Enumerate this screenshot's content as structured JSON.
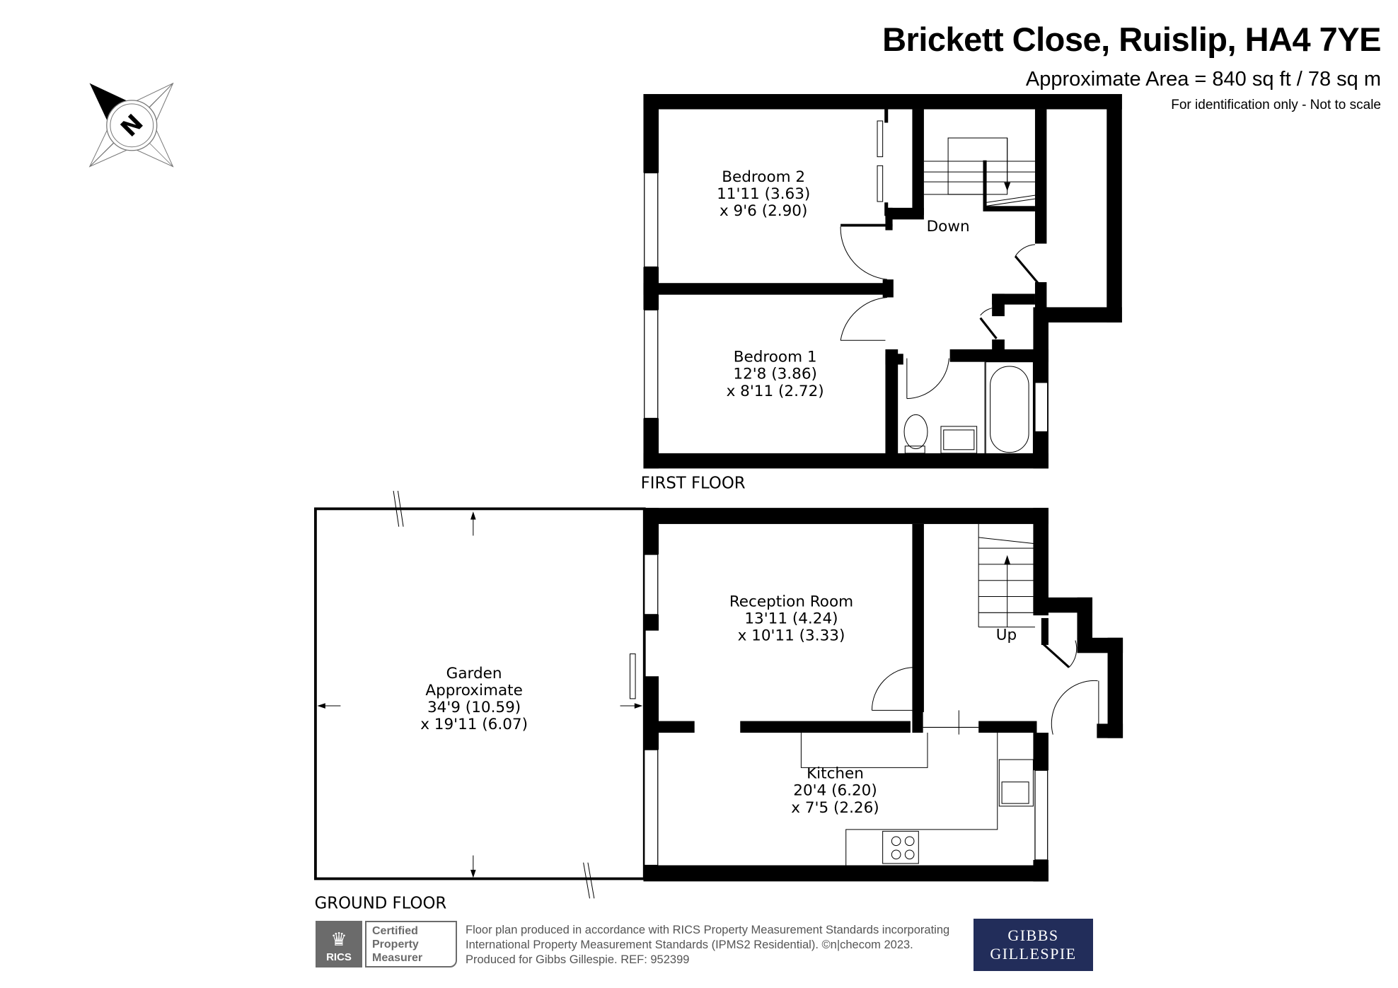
{
  "header": {
    "title": "Brickett Close, Ruislip, HA4 7YE",
    "area": "Approximate Area = 840 sq ft / 78 sq m",
    "note": "For identification only - Not to scale"
  },
  "compass": {
    "label": "N"
  },
  "first_floor": {
    "label": "FIRST FLOOR",
    "stairs_label": "Down",
    "rooms": [
      {
        "name": "Bedroom 2",
        "dim1": "11'11 (3.63)",
        "dim2": "x 9'6 (2.90)"
      },
      {
        "name": "Bedroom 1",
        "dim1": "12'8 (3.86)",
        "dim2": "x 8'11 (2.72)"
      }
    ]
  },
  "ground_floor": {
    "label": "GROUND FLOOR",
    "stairs_label": "Up",
    "rooms": [
      {
        "name": "Reception Room",
        "dim1": "13'11 (4.24)",
        "dim2": "x 10'11 (3.33)"
      },
      {
        "name": "Kitchen",
        "dim1": "20'4 (6.20)",
        "dim2": "x 7'5 (2.26)"
      },
      {
        "name": "Garden",
        "sub": "Approximate",
        "dim1": "34'9 (10.59)",
        "dim2": "x 19'11 (6.07)"
      }
    ]
  },
  "footer": {
    "rics_badge": "RICS",
    "rics_cert": [
      "Certified",
      "Property",
      "Measurer"
    ],
    "text_lines": [
      "Floor plan produced in accordance with RICS Property Measurement Standards incorporating",
      "International Property Measurement Standards (IPMS2 Residential).   ©n|checom 2023.",
      "Produced for Gibbs Gillespie.   REF:  952399"
    ],
    "brand_line1": "GIBBS",
    "brand_line2": "GILLESPIE",
    "brand_color": "#222d5a"
  }
}
